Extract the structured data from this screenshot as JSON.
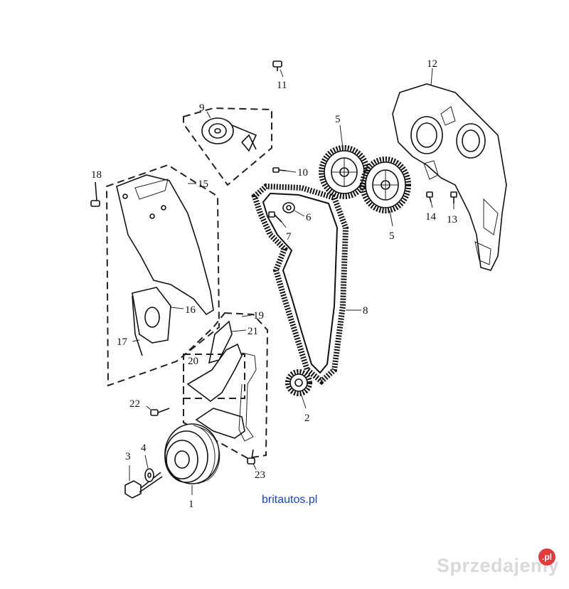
{
  "callouts": {
    "c1": "1",
    "c2": "2",
    "c3": "3",
    "c4": "4",
    "c5a": "5",
    "c5b": "5",
    "c6": "6",
    "c7": "7",
    "c8": "8",
    "c9": "9",
    "c10": "10",
    "c11": "11",
    "c12": "12",
    "c13": "13",
    "c14": "14",
    "c15": "15",
    "c16": "16",
    "c17": "17",
    "c18": "18",
    "c19": "19",
    "c20": "20",
    "c21": "21",
    "c22": "22",
    "c23": "23"
  },
  "watermark": {
    "site": "britautos.pl"
  },
  "brand": {
    "logo_text": "Sprzedajemy",
    "badge": ".pl"
  },
  "colors": {
    "line": "#111111",
    "link": "#1a3fd0",
    "brand_badge": "#e23b3b"
  }
}
